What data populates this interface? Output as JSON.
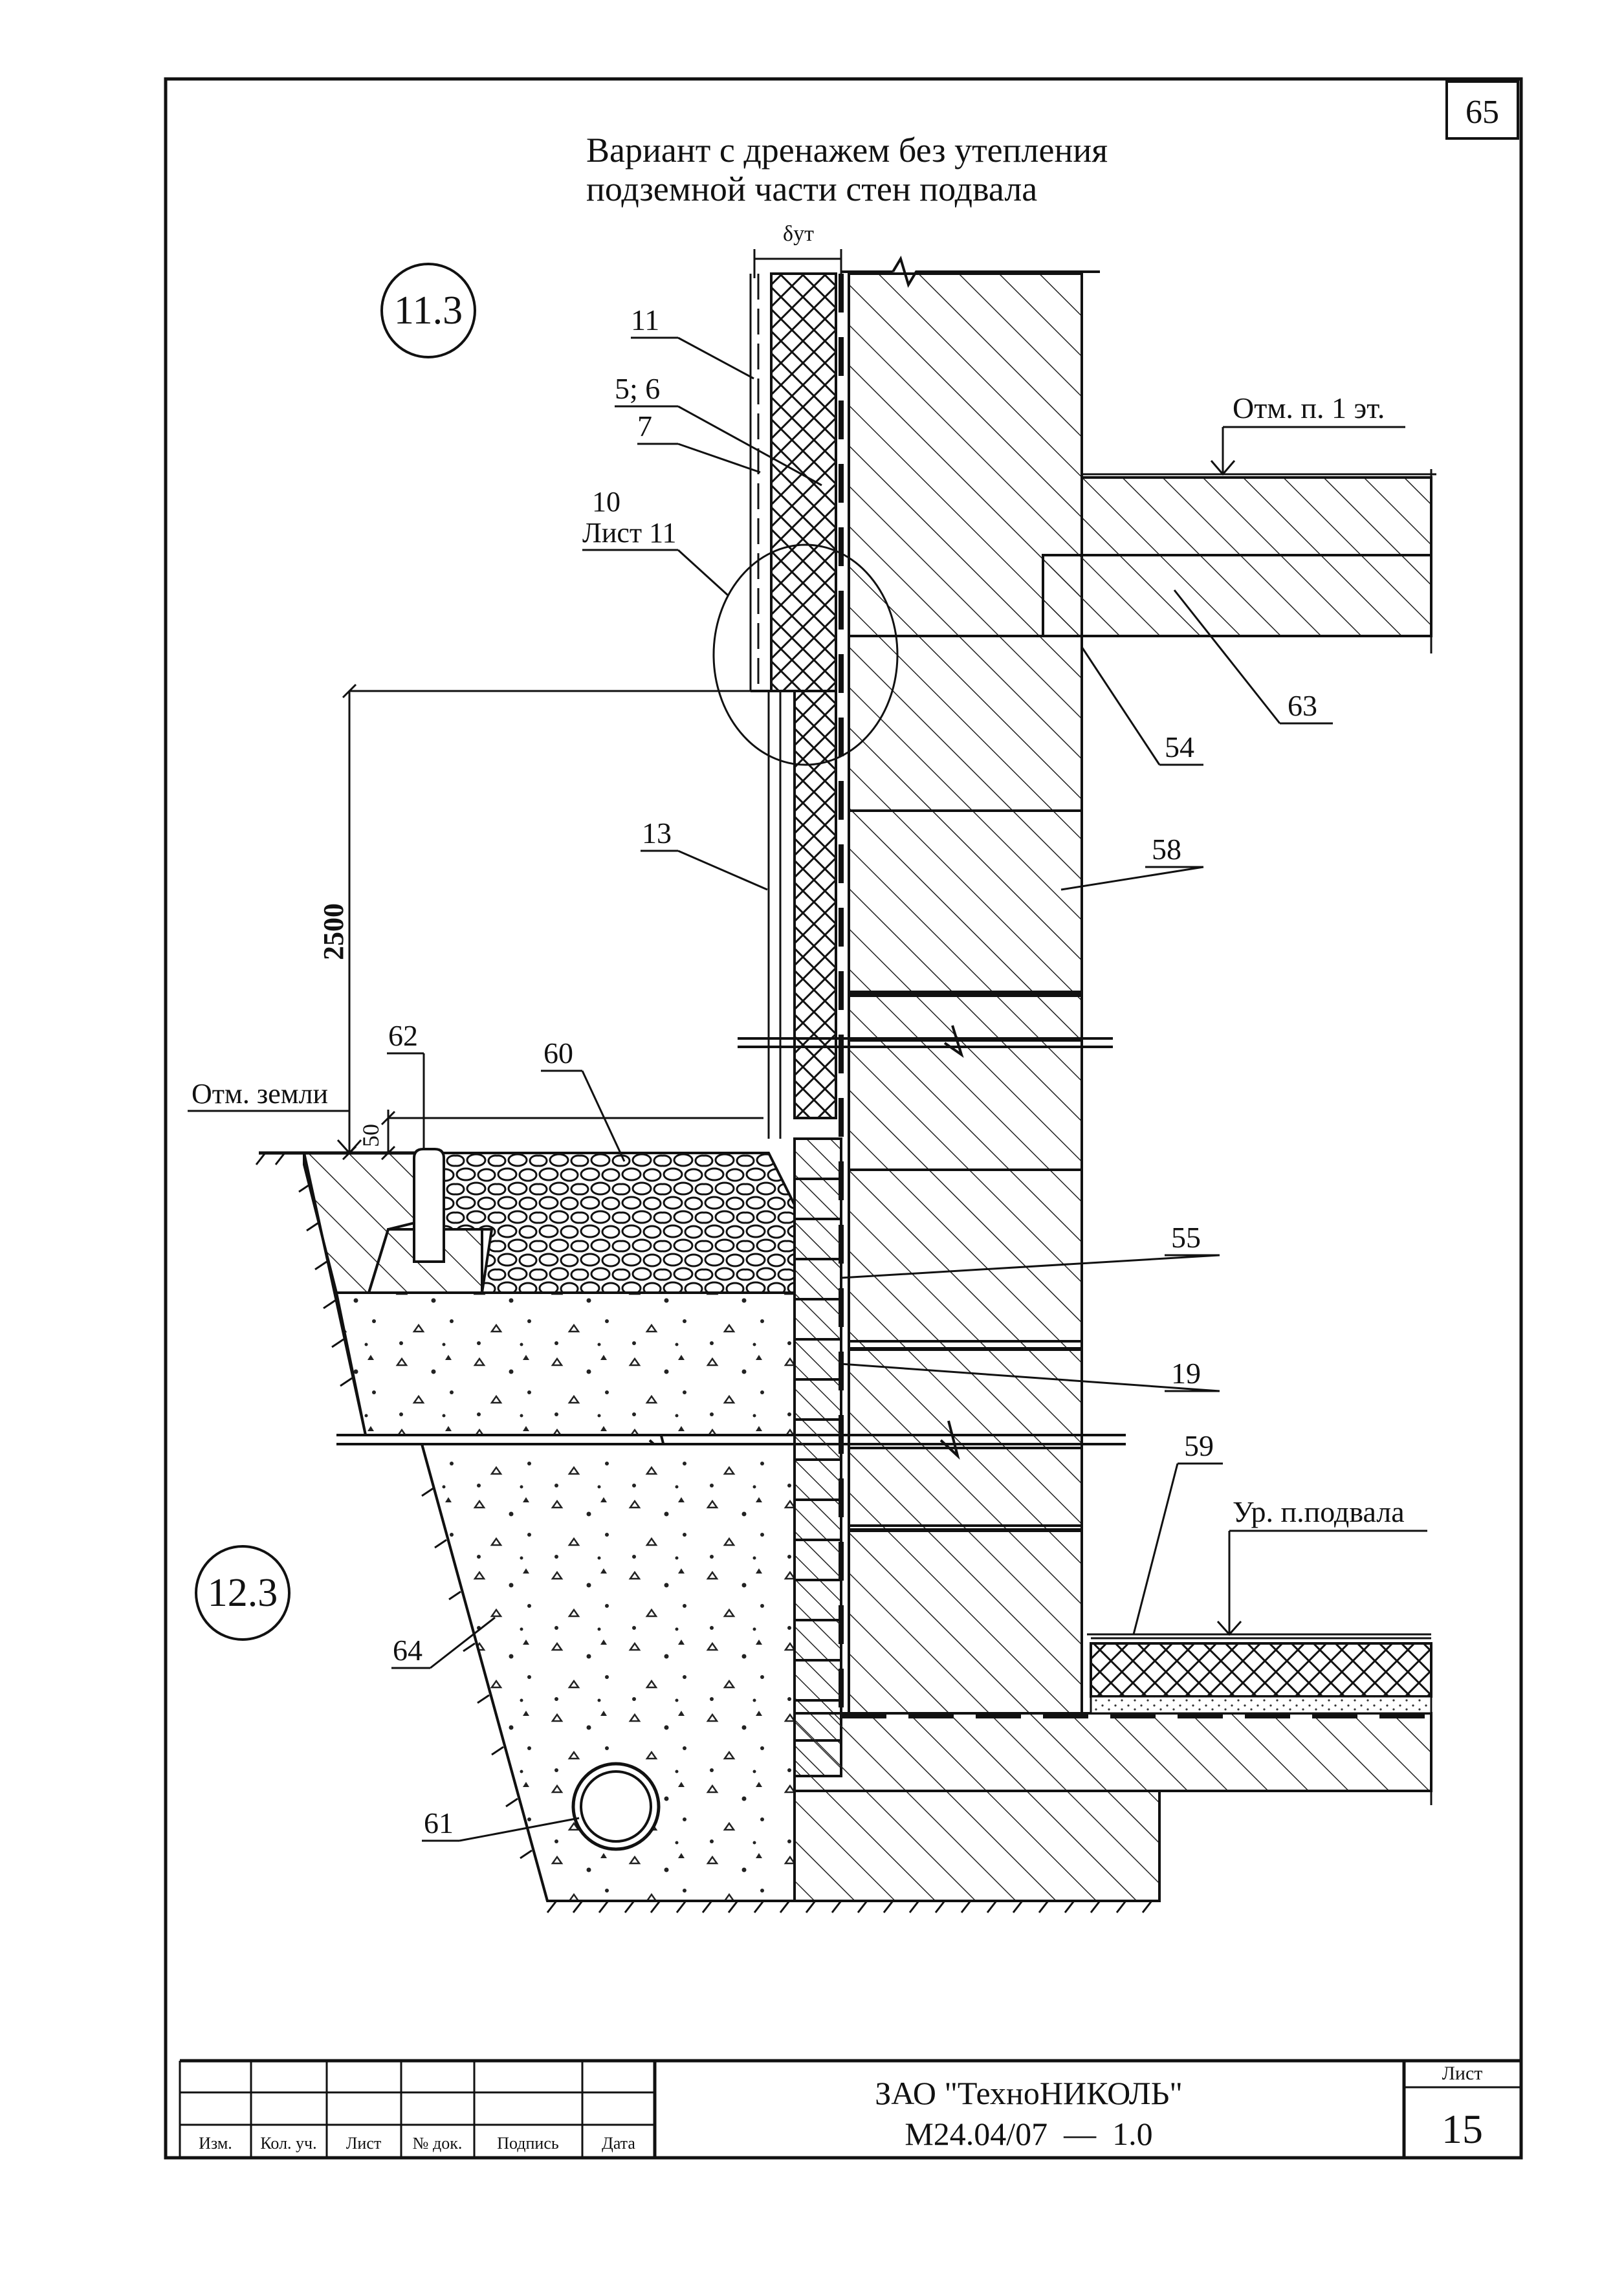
{
  "page_number": "65",
  "title": {
    "line1": "Вариант с дренажем без утепления",
    "line2": "подземной части стен подвала"
  },
  "thickness_label": "δут",
  "detail_refs": {
    "top": "11.3",
    "bottom": "12.3"
  },
  "callouts": {
    "c11": "11",
    "c5_6": "5; 6",
    "c7": "7",
    "c10": "10",
    "c10_sheet": "Лист 11",
    "c13": "13",
    "c54": "54",
    "c58": "58",
    "c63": "63",
    "c62": "62",
    "c60": "60",
    "c55": "55",
    "c19": "19",
    "c59": "59",
    "c64": "64",
    "c61": "61"
  },
  "levels": {
    "first_floor": "Отм. п. 1 эт.",
    "ground": "Отм. земли",
    "basement": "Ур. п.подвала"
  },
  "dimensions": {
    "height": "2500",
    "offset": "50"
  },
  "title_block": {
    "org": "ЗАО \"ТехноНИКОЛЬ\"",
    "doc_code": "М24.04/07  —  1.0",
    "sheet_label": "Лист",
    "sheet_number": "15",
    "columns": [
      "Изм.",
      "Кол. уч.",
      "Лист",
      "№ док.",
      "Подпись",
      "Дата"
    ]
  }
}
